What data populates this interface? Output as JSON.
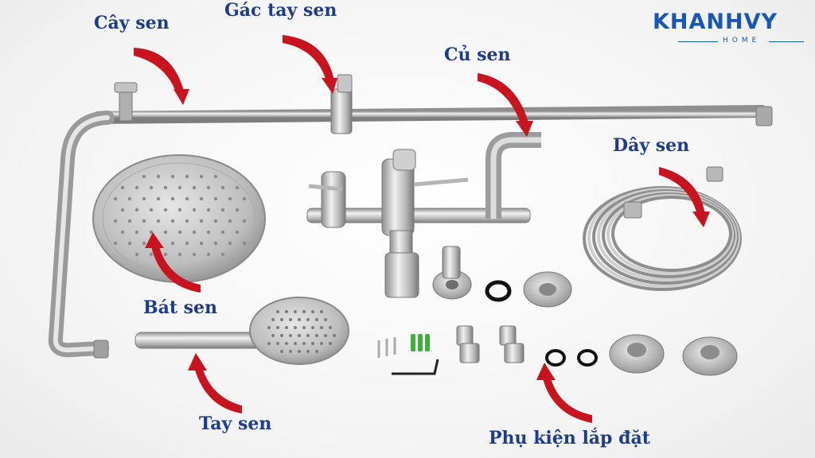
{
  "brand": {
    "name": "KHANHVY",
    "sub": "HOME",
    "color": "#1a57b5"
  },
  "labels": {
    "cay_sen": "Cây sen",
    "gac_tay_sen": "Gác tay sen",
    "cu_sen": "Củ sen",
    "day_sen": "Dây sen",
    "bat_sen": "Bát sen",
    "tay_sen": "Tay sen",
    "phu_kien": "Phụ kiện lắp đặt"
  },
  "colors": {
    "label": "#1f3c8c",
    "arrow": "#c8141e",
    "steel": "#bdbdbd"
  }
}
